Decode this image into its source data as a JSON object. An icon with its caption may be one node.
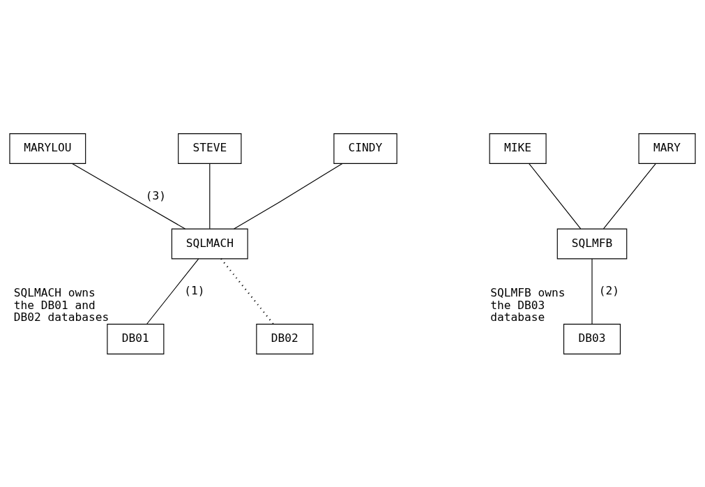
{
  "diagram": {
    "nodes": [
      {
        "text": [
          "MARYLOU"
        ]
      },
      {
        "text": [
          "STEVE"
        ]
      },
      {
        "text": [
          "CINDY"
        ]
      },
      {
        "text": [
          "MIKE"
        ]
      },
      {
        "text": [
          "MARY"
        ]
      },
      {
        "text": [
          "SQLMACH"
        ]
      },
      {
        "text": [
          "SQLMFB"
        ]
      },
      {
        "text": [
          "DB01"
        ],
        "beside": [
          "SQLMACH owns the DB01 and DB02 databases"
        ]
      },
      {
        "text": [
          "DB02"
        ]
      },
      {
        "text": [
          "DB03"
        ],
        "beside": [
          "SQLMFB owns the DB03 database"
        ]
      }
    ],
    "edges": [
      {
        "from": 0,
        "to": 5,
        "arrow": "none",
        "label": "(3)"
      },
      {
        "from": 1,
        "to": 5,
        "arrow": "none"
      },
      {
        "from": 2,
        "to": 5,
        "arrow": "none"
      },
      {
        "from": 3,
        "to": 6,
        "arrow": "none"
      },
      {
        "from": 4,
        "to": 6,
        "arrow": "none"
      },
      {
        "from": 5,
        "to": 7,
        "arrow": "none",
        "label": "(1)"
      },
      {
        "from": 5,
        "to": 8,
        "arrow": "none",
        "style": "dashed"
      },
      {
        "from": 6,
        "to": 9,
        "arrow": "none",
        "label": "(2)"
      }
    ]
  }
}
